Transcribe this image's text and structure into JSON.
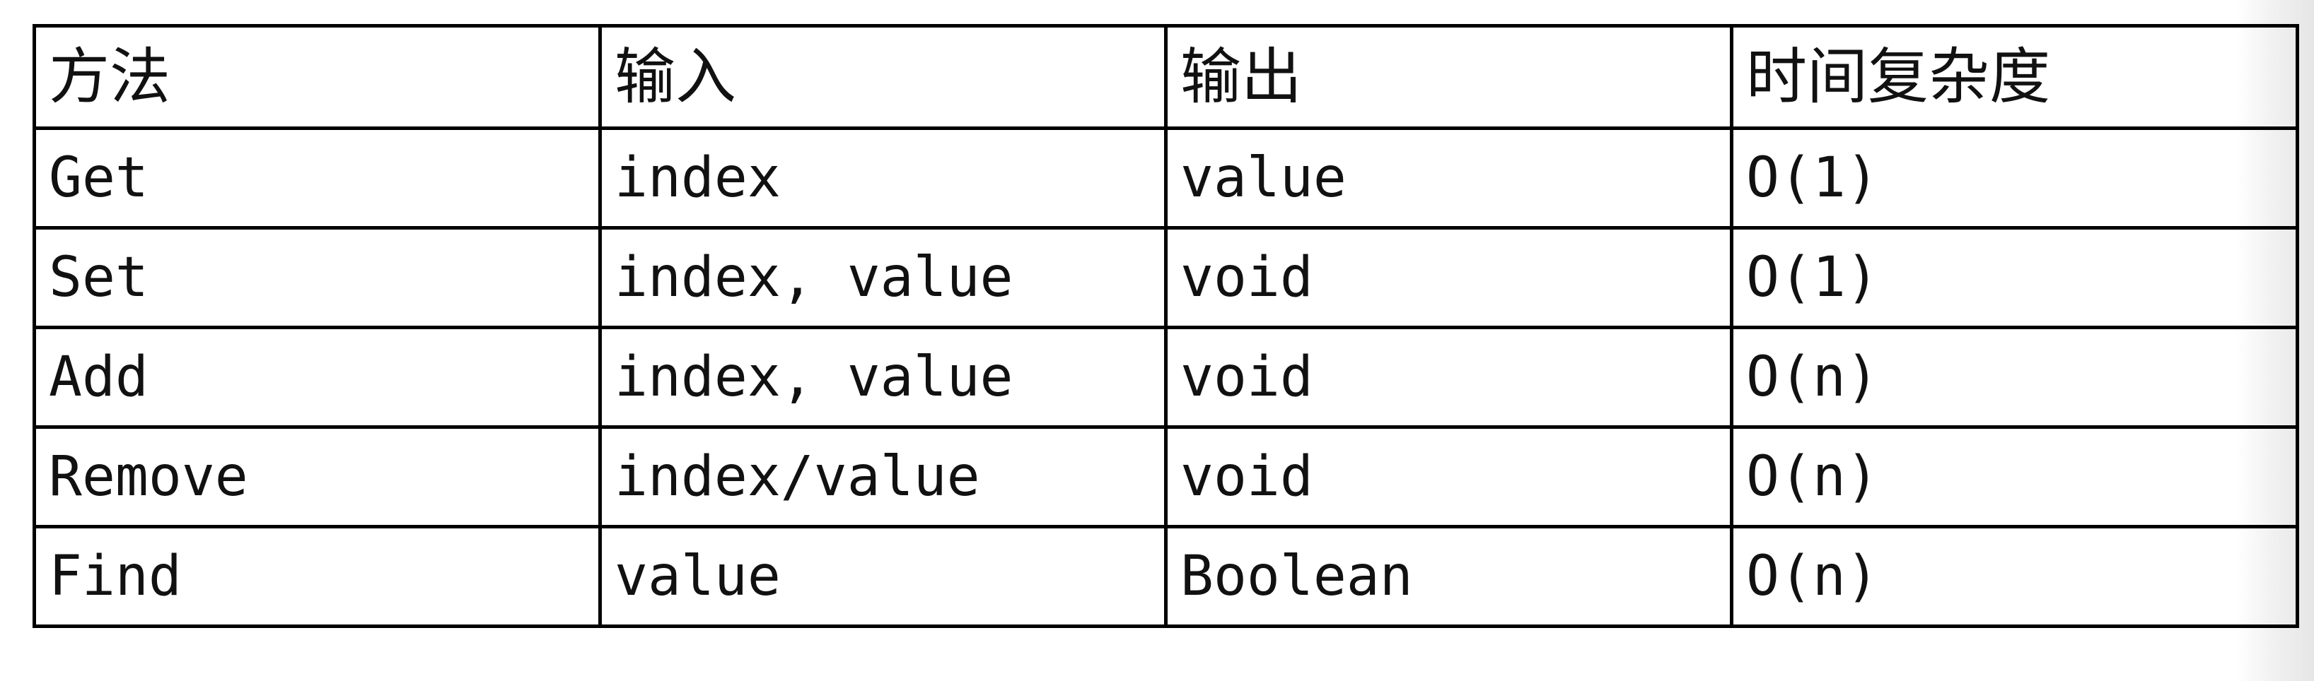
{
  "table": {
    "headers": [
      "方法",
      "输入",
      "输出",
      "时间复杂度"
    ],
    "rows": [
      [
        "Get",
        "index",
        "value",
        "O(1)"
      ],
      [
        "Set",
        "index, value",
        "void",
        "O(1)"
      ],
      [
        "Add",
        "index, value",
        "void",
        "O(n)"
      ],
      [
        "Remove",
        "index/value",
        "void",
        "O(n)"
      ],
      [
        "Find",
        "value",
        "Boolean",
        "O(n)"
      ]
    ]
  },
  "colors": {
    "border": "#000000",
    "text": "#111111",
    "background": "#ffffff",
    "edge_shade": "#e6e6e6"
  }
}
